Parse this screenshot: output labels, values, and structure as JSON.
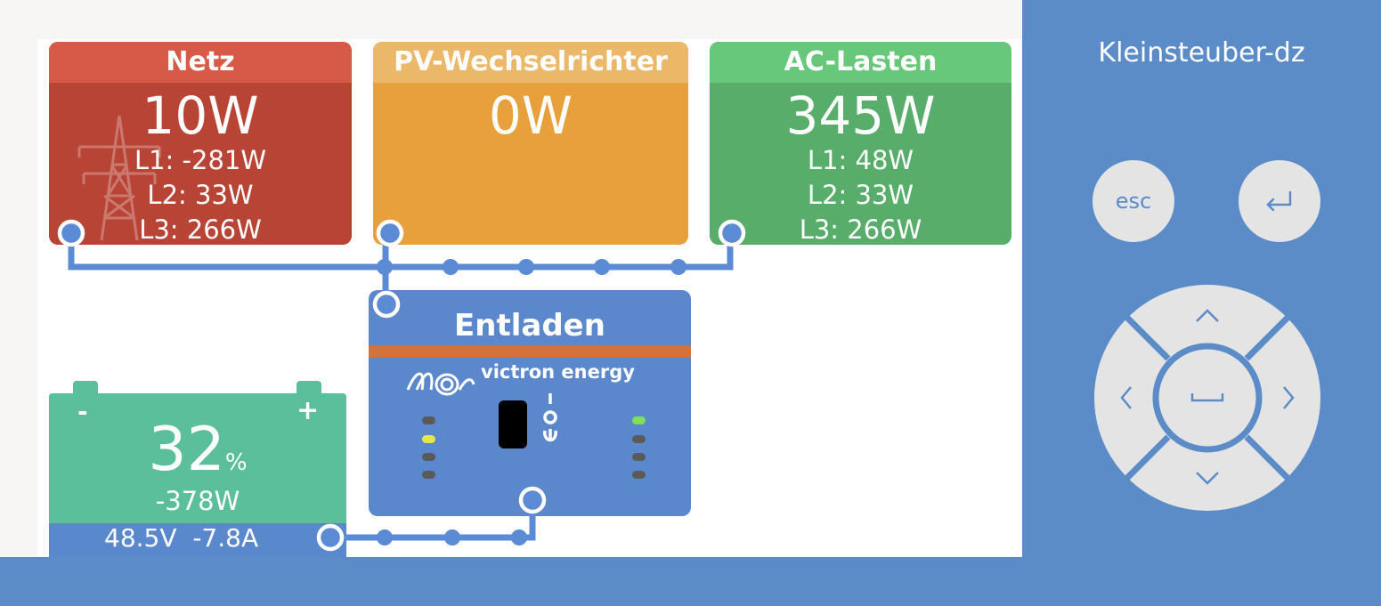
{
  "tiles": {
    "netz": {
      "title": "Netz",
      "total": "10W",
      "l1": "L1: -281W",
      "l2": "L2: 33W",
      "l3": "L3: 266W"
    },
    "pv": {
      "title": "PV-Wechselrichter",
      "total": "0W"
    },
    "ac": {
      "title": "AC-Lasten",
      "total": "345W",
      "l1": "L1: 48W",
      "l2": "L2: 33W",
      "l3": "L3: 266W"
    }
  },
  "inverter": {
    "state": "Entladen",
    "brand": "victron energy"
  },
  "battery": {
    "minus": "-",
    "plus": "+",
    "soc": "32",
    "soc_unit": "%",
    "power": "-378W",
    "voltage": "48.5V",
    "current": "-7.8A"
  },
  "panel": {
    "title": "Kleinsteuber-dz",
    "esc_label": "esc",
    "enter_icon": "return-icon"
  },
  "colors": {
    "grid": "#b84436",
    "pv": "#e7a03b",
    "ac_loads": "#57ad69",
    "inverter": "#5b88cc",
    "battery": "#5bbf9c",
    "accent": "#5b8cc8"
  }
}
